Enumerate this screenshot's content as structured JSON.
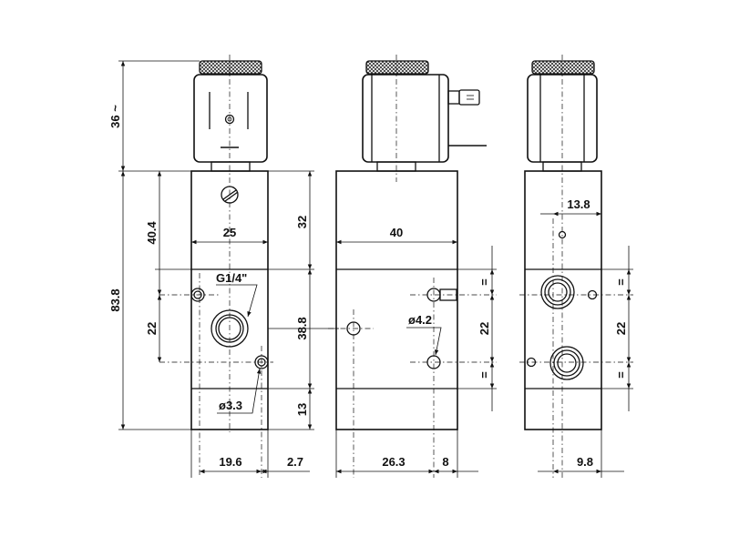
{
  "drawing": {
    "colors": {
      "line": "#111111",
      "background": "#ffffff"
    },
    "dimensions": {
      "coil_height": "36 ~",
      "total_height": "83.8",
      "upper_height": "40.4",
      "port_spacing_left": "22",
      "body_width_left": "25",
      "upper_section": "32",
      "port_thread": "G1/4\"",
      "port_offset": "38.8",
      "mount_hole_small": "ø3.3",
      "bottom_section": "13",
      "left_bottom_a": "19.6",
      "left_bottom_b": "2.7",
      "body_width_mid": "40",
      "mount_hole_large": "ø4.2",
      "port_spacing_mid": "22",
      "equal_mark": "=",
      "mid_bottom_a": "26.3",
      "mid_bottom_b": "8",
      "right_top": "13.8",
      "port_spacing_right": "22",
      "right_bottom": "9.8"
    }
  }
}
